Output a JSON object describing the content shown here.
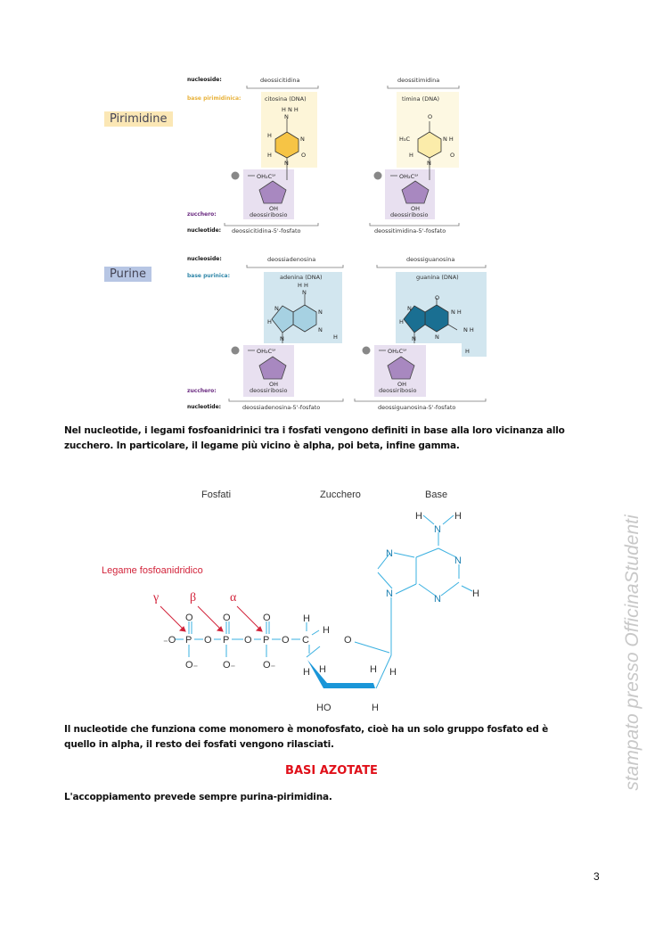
{
  "figure1": {
    "pyrimidine_label": "Pirimidine",
    "purine_label": "Purine",
    "labels": {
      "nucleoside": "nucleoside:",
      "base_pyr": "base pirimidinica:",
      "base_pur": "base purinica:",
      "sugar": "zucchero:",
      "nucleotide": "nucleotide:"
    },
    "cytidine": {
      "nucleoside": "deossicitidina",
      "base": "citosina (DNA)",
      "sugar": "deossiribosio",
      "nucleotide": "deossicitidina-5'-fosfato"
    },
    "thymidine": {
      "nucleoside": "deossitimidina",
      "base": "timina (DNA)",
      "sugar": "deossiribosio",
      "nucleotide": "deossitimidina-5'-fosfato"
    },
    "adenosine": {
      "nucleoside": "deossiadenosina",
      "base": "adenina (DNA)",
      "sugar": "deossiribosio",
      "nucleotide": "deossiadenosina-5'-fosfato"
    },
    "guanosine": {
      "nucleoside": "deossiguanosina",
      "base": "guanina (DNA)",
      "sugar": "deossiribosio",
      "nucleotide": "deossiguanosina-5'-fosfato"
    }
  },
  "paragraph1": "Nel nucleotide, i legami fosfoanidrinici tra i fosfati vengono definiti in base alla loro vicinanza allo zucchero. In particolare, il legame più vicino è alpha, poi beta, infine gamma.",
  "figure2": {
    "phosphates": "Fosfati",
    "sugar": "Zucchero",
    "base": "Base",
    "bond_label": "Legame fosfoanidridico",
    "gamma": "γ",
    "beta": "β",
    "alpha": "α"
  },
  "paragraph2": "Il nucleotide che funziona come monomero è monofosfato, cioè ha un solo gruppo fosfato ed è quello in alpha, il resto dei fosfati vengono rilasciati.",
  "heading": "BASI AZOTATE",
  "paragraph3": "L'accoppiamento prevede sempre purina-pirimidina.",
  "page_number": "3",
  "watermark": "stampato presso OfficinaStudenti",
  "colors": {
    "heading": "#e0101a",
    "red": "#d2233a",
    "blue": "#3ab0e0",
    "yellow_box": "#fdf5d8",
    "purple_box": "#e8e0f0",
    "blue_box": "#d2e6ef"
  }
}
